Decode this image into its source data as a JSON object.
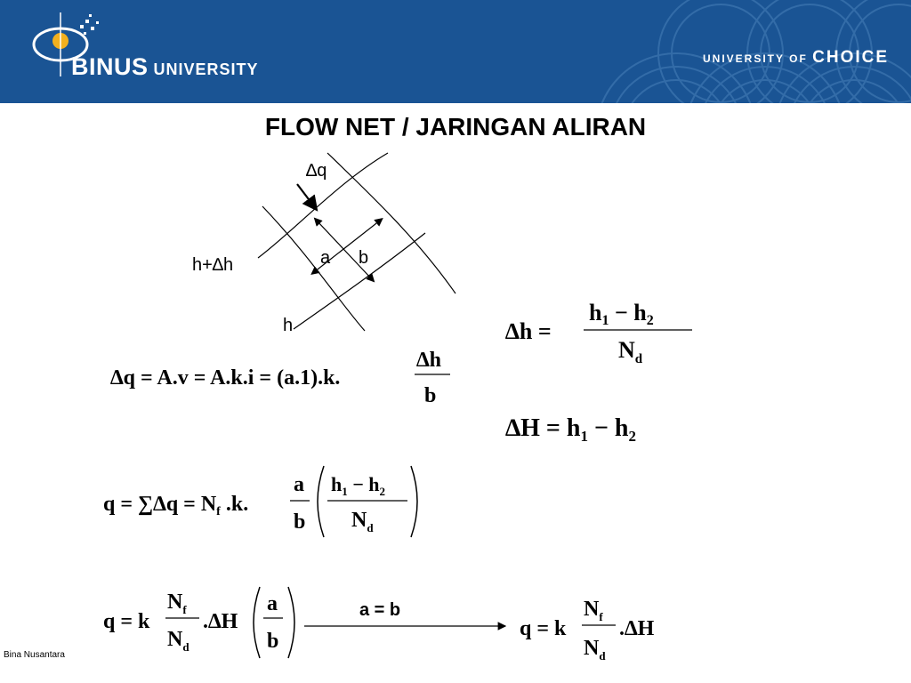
{
  "header": {
    "logo_name": "BINUS",
    "logo_suffix": "UNIVERSITY",
    "tagline_prefix": "UNIVERSITY OF",
    "tagline_word": "CHOICE"
  },
  "slide": {
    "title": "FLOW NET / JARINGAN ALIRAN"
  },
  "diagram": {
    "dq_label": "∆q",
    "a_label": "a",
    "b_label": "b",
    "hdh_label": "h+∆h",
    "h_label": "h"
  },
  "equations": {
    "arrow_label": "a = b"
  },
  "footer": {
    "text": "Bina Nusantara"
  },
  "colors": {
    "header_bg": "#1a5494",
    "logo_accent": "#f2b01e"
  }
}
